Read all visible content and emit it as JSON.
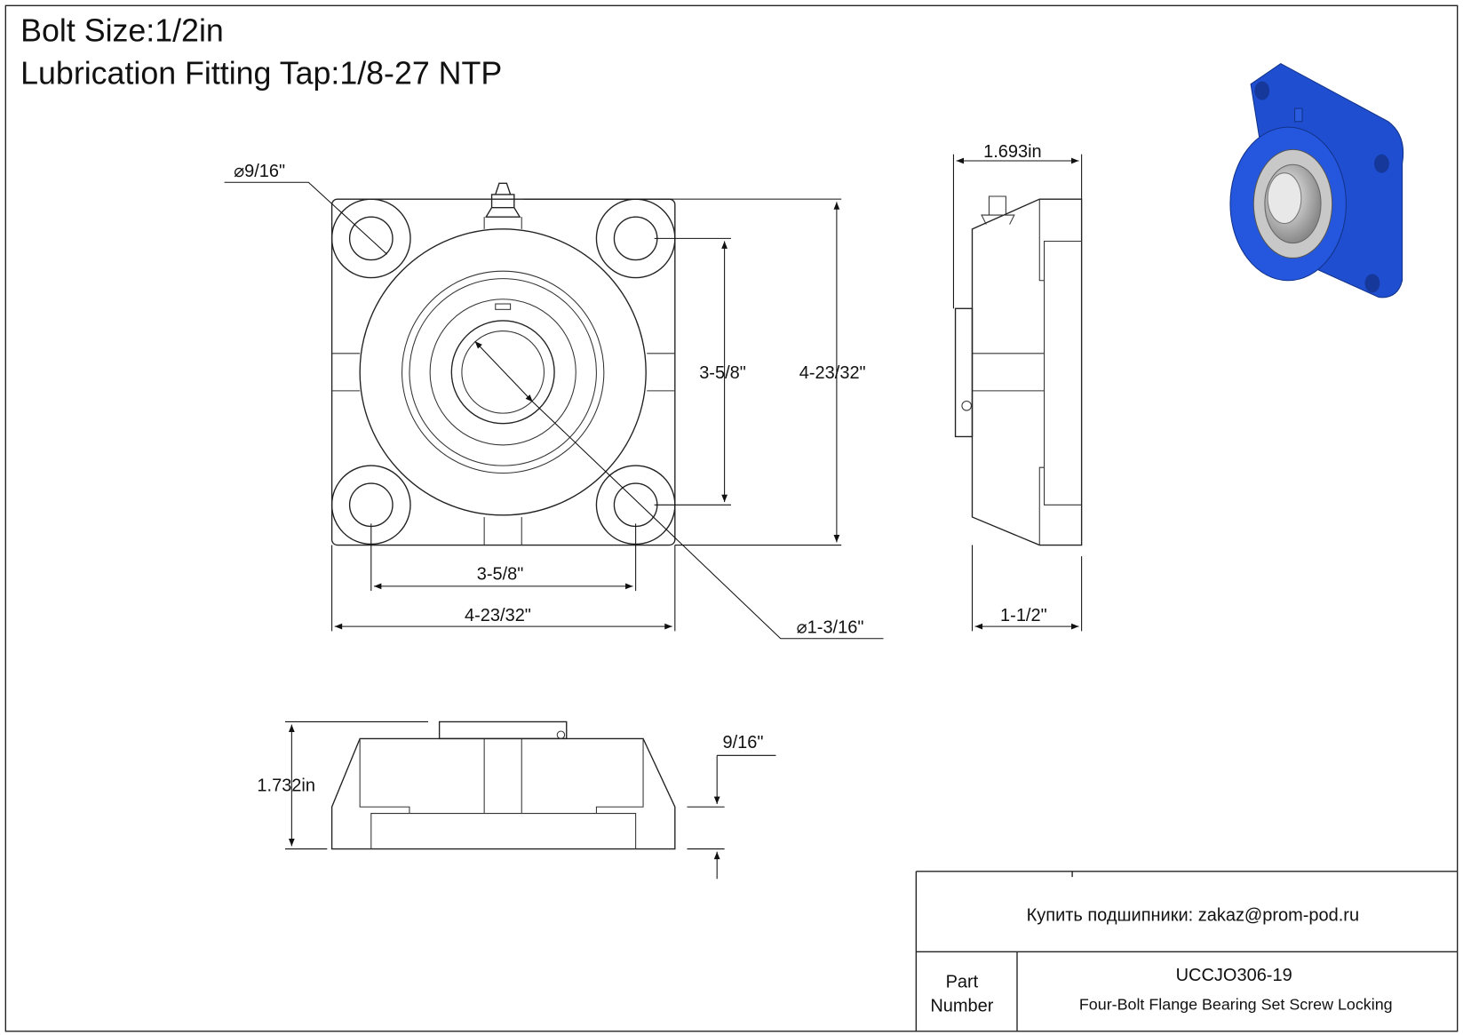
{
  "header": {
    "bolt_size": "Bolt Size:1/2in",
    "lubrication": "Lubrication Fitting Tap:1/8-27 NTP"
  },
  "dimensions": {
    "bolt_hole_dia": "9/16\"",
    "bolt_spacing_v": "3-5/8\"",
    "overall_height": "4-23/32\"",
    "bolt_spacing_h": "3-5/8\"",
    "overall_width": "4-23/32\"",
    "bore_dia": "1-3/16\"",
    "side_depth": "1.693in",
    "side_base": "1-1/2\"",
    "bottom_height": "1.732in",
    "flange_thickness": "9/16\""
  },
  "symbols": {
    "diameter": "⌀"
  },
  "title_block": {
    "contact": "Купить подшипники: zakaz@prom-pod.ru",
    "part_label_1": "Part",
    "part_label_2": "Number",
    "part_number": "UCCJO306-19",
    "description": "Four-Bolt Flange Bearing Set Screw Locking"
  },
  "colors": {
    "housing": "#1f4fd0",
    "insert": "#b8b8b8"
  }
}
